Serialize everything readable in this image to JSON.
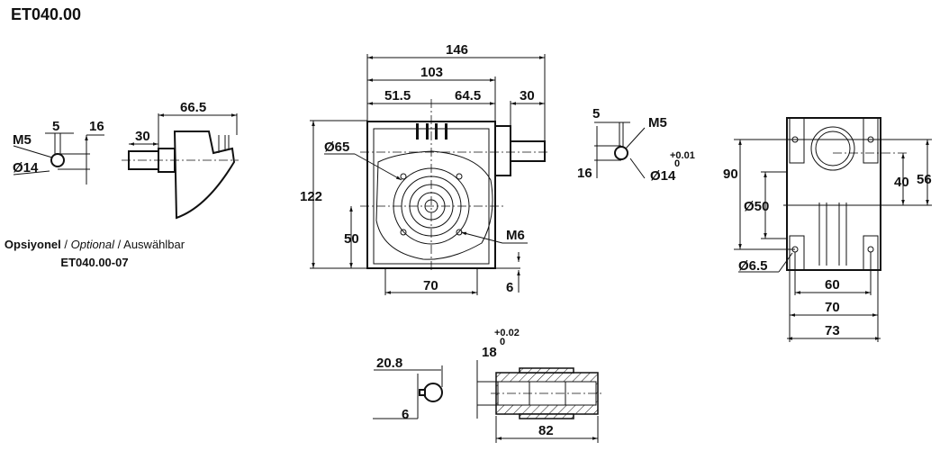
{
  "title": "ET040.00",
  "option_note": {
    "turkish": "Opsiyonel",
    "separator": " / ",
    "english": "Optional",
    "german": "Auswählbar",
    "code": "ET040.00-07"
  },
  "left_detail": {
    "width": "5",
    "height": "16",
    "thread": "M5",
    "diameter": "Ø14",
    "shaft_len": "30",
    "total_len": "66.5"
  },
  "front_view": {
    "overall": "146",
    "body": "103",
    "left_half": "51.5",
    "right_half": "64.5",
    "shaft": "30",
    "flange_dia": "Ø65",
    "height": "122",
    "axis_height": "50",
    "thread": "M6",
    "foot_span": "70",
    "foot_thk": "6"
  },
  "shaft_detail": {
    "width": "5",
    "thread": "M5",
    "tol_upper": "+0.01",
    "tol_lower": "0",
    "height": "16",
    "diameter": "Ø14"
  },
  "side_view": {
    "hole_span": "90",
    "pilot_dia": "Ø50",
    "top_dim": "56",
    "axis_dim": "40",
    "hole_dia": "Ø6.5",
    "w1": "60",
    "w2": "70",
    "w3": "73"
  },
  "hollow_shaft": {
    "key_depth": "20.8",
    "key_width": "6",
    "bore": "18",
    "tol_upper": "+0.02",
    "tol_lower": "0",
    "length": "82"
  }
}
